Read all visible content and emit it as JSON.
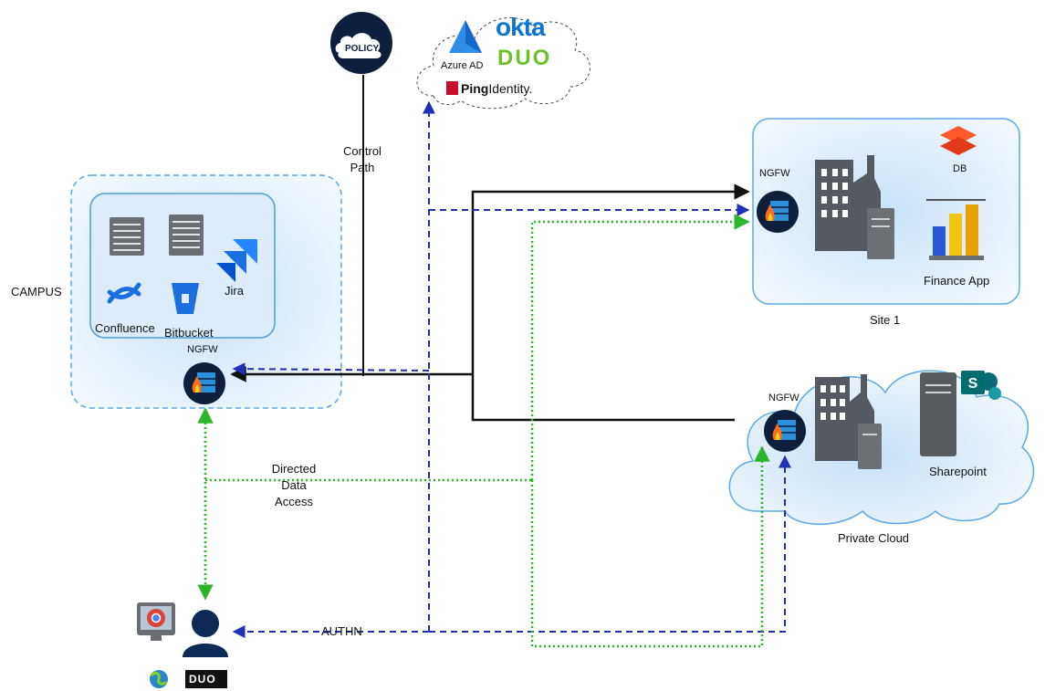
{
  "labels": {
    "campus": "CAMPUS",
    "site1": "Site 1",
    "private_cloud": "Private Cloud",
    "control_path": "Control\nPath",
    "directed_data_access": "Directed\nData\nAccess",
    "authn": "AUTHN",
    "ngfw_campus": "NGFW",
    "ngfw_site1": "NGFW",
    "ngfw_private": "NGFW",
    "jira": "Jira",
    "confluence": "Confluence",
    "bitbucket": "Bitbucket",
    "db": "DB",
    "finance_app": "Finance App",
    "sharepoint": "Sharepoint",
    "policy": "POLICY",
    "azure_ad": "Azure AD",
    "okta": "okta",
    "duo": "DUO",
    "ping_identity_bold": "Ping",
    "ping_identity_rest": "Identity.",
    "duo_user": "DUO"
  },
  "colors": {
    "control_line": "#111111",
    "authn_line": "#1f2fb8",
    "data_line": "#2bb52b",
    "zone_fill": "#e4f0fb",
    "zone_border": "#5aa9e6",
    "ngfw_circle": "#0d1f3c",
    "building": "#555a60",
    "server": "#6c7075"
  }
}
